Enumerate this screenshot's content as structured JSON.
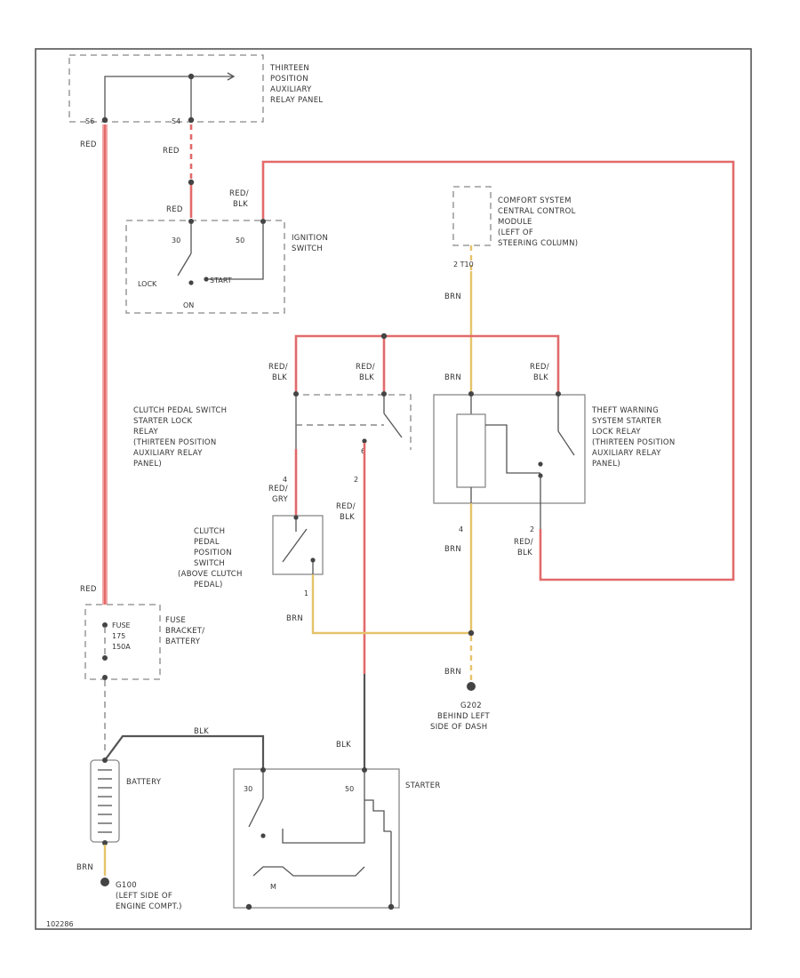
{
  "components": {
    "relay_panel": "THIRTEEN POSITION AUXILIARY RELAY PANEL",
    "ignition_switch": "IGNITION SWITCH",
    "comfort_module": "COMFORT SYSTEM CENTRAL CONTROL MODULE (LEFT OF STEERING COLUMN)",
    "clutch_relay": "CLUTCH PEDAL SWITCH STARTER LOCK RELAY (THIRTEEN POSITION AUXILIARY RELAY PANEL)",
    "theft_relay": "THEFT WARNING SYSTEM STARTER LOCK RELAY (THIRTEEN POSITION AUXILIARY RELAY PANEL)",
    "clutch_switch": "CLUTCH PEDAL POSITION SWITCH (ABOVE CLUTCH PEDAL)",
    "fuse": "FUSE BRACKET/ BATTERY",
    "fuse_inner": "FUSE 175 150A",
    "battery": "BATTERY",
    "starter": "STARTER",
    "ground_g202": "G202 BEHIND LEFT SIDE OF DASH",
    "ground_g100": "G100 (LEFT SIDE OF ENGINE COMPT.)"
  },
  "wire_colors": {
    "red": "RED",
    "red_blk": "RED BLK",
    "red_gry": "RED GRY",
    "brn": "BRN",
    "blk": "BLK"
  },
  "pins": {
    "s6": "S6",
    "s4": "S4",
    "p30": "30",
    "p50": "50",
    "lock": "LOCK",
    "start": "START",
    "on": "ON",
    "p2_t10": "2 T10",
    "p4": "4",
    "p2": "2",
    "p1": "1",
    "p6": "6",
    "m": "M"
  },
  "diagram_id": "102286",
  "colors": {
    "red_wire": "#e36a6a",
    "brn_wire": "#e6c26a",
    "blk_wire": "#555555"
  }
}
